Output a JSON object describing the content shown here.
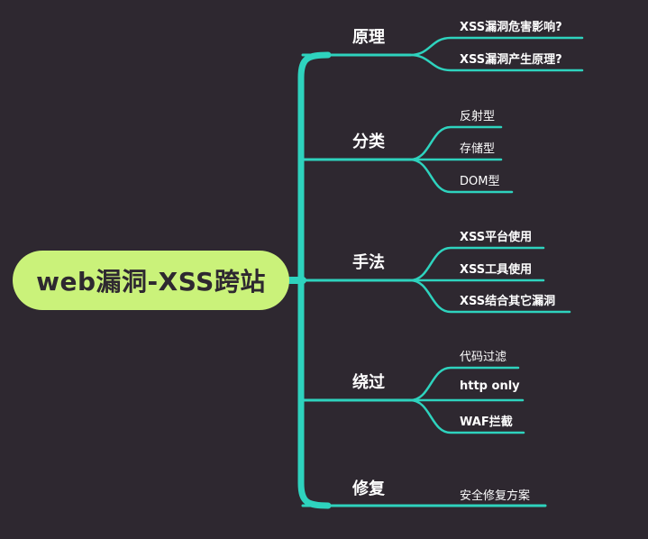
{
  "root": {
    "label": "web漏洞-XSS跨站"
  },
  "branches": [
    {
      "label": "原理",
      "children": [
        "XSS漏洞危害影响?",
        "XSS漏洞产生原理?"
      ]
    },
    {
      "label": "分类",
      "children": [
        "反射型",
        "存储型",
        "DOM型"
      ]
    },
    {
      "label": "手法",
      "children": [
        "XSS平台使用",
        "XSS工具使用",
        "XSS结合其它漏洞"
      ]
    },
    {
      "label": "绕过",
      "children": [
        "代码过滤",
        "http only",
        "WAF拦截"
      ]
    },
    {
      "label": "修复",
      "children": [
        "安全修复方案"
      ]
    }
  ],
  "colors": {
    "background": "#2e2830",
    "line": "#2ed3be",
    "root_fill": "#caf27a",
    "text": "#ffffff"
  }
}
